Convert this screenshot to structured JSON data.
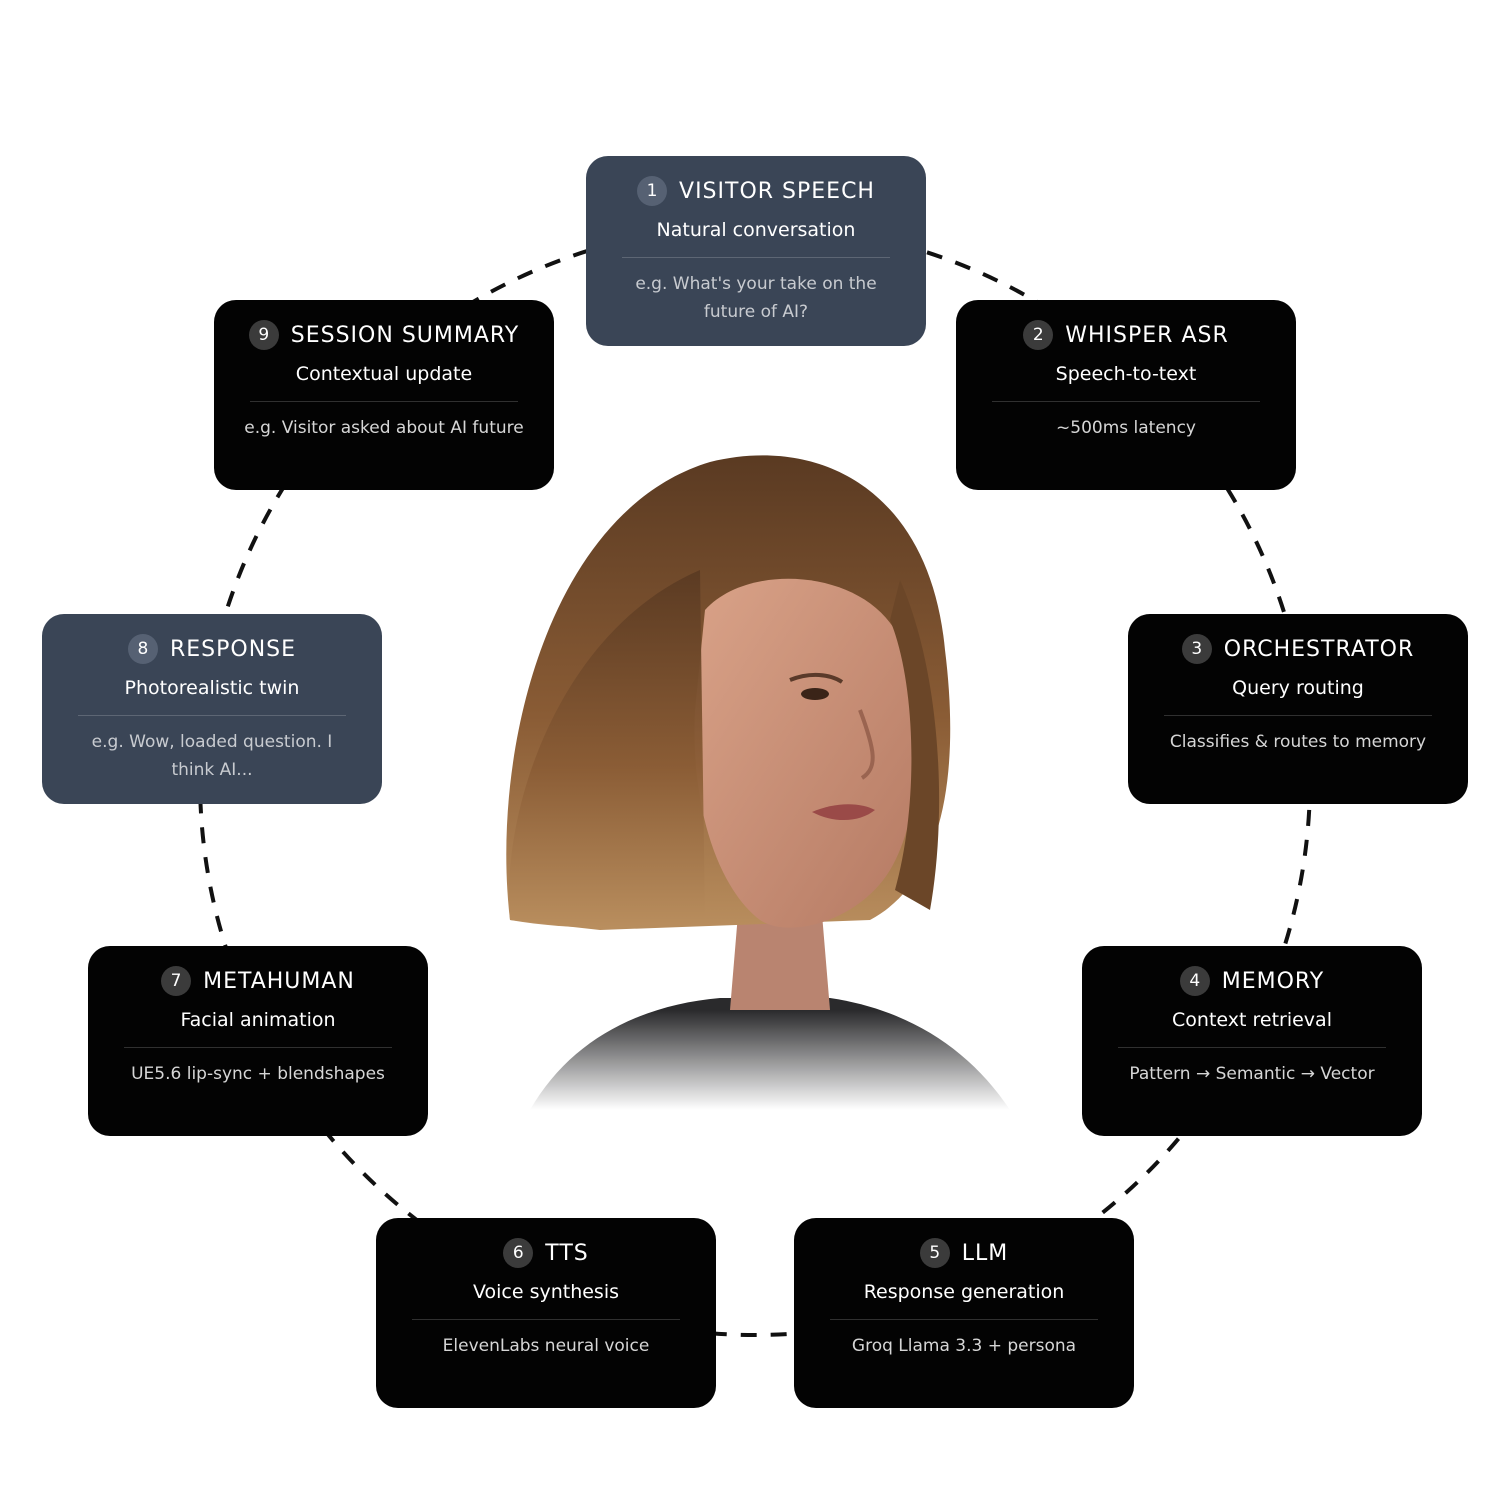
{
  "steps": [
    {
      "num": "1",
      "title": "VISITOR SPEECH",
      "subtitle": "Natural conversation",
      "detail": "e.g. What's your take on the future of AI?"
    },
    {
      "num": "2",
      "title": "WHISPER ASR",
      "subtitle": "Speech-to-text",
      "detail": "~500ms latency"
    },
    {
      "num": "3",
      "title": "ORCHESTRATOR",
      "subtitle": "Query routing",
      "detail": "Classifies & routes to memory"
    },
    {
      "num": "4",
      "title": "MEMORY",
      "subtitle": "Context retrieval",
      "detail": "Pattern → Semantic → Vector"
    },
    {
      "num": "5",
      "title": "LLM",
      "subtitle": "Response generation",
      "detail": "Groq Llama 3.3 + persona"
    },
    {
      "num": "6",
      "title": "TTS",
      "subtitle": "Voice synthesis",
      "detail": "ElevenLabs neural voice"
    },
    {
      "num": "7",
      "title": "METAHUMAN",
      "subtitle": "Facial animation",
      "detail": "UE5.6 lip-sync + blendshapes"
    },
    {
      "num": "8",
      "title": "RESPONSE",
      "subtitle": "Photorealistic twin",
      "detail": "e.g. Wow, loaded question. I think AI..."
    },
    {
      "num": "9",
      "title": "SESSION SUMMARY",
      "subtitle": "Contextual update",
      "detail": "e.g. Visitor asked about AI future"
    }
  ],
  "colors": {
    "node_dark": "#030303",
    "node_highlight": "#3a4556",
    "connector": "#111111",
    "background": "#ffffff"
  },
  "portrait": {
    "icon": "digital-twin-portrait"
  }
}
